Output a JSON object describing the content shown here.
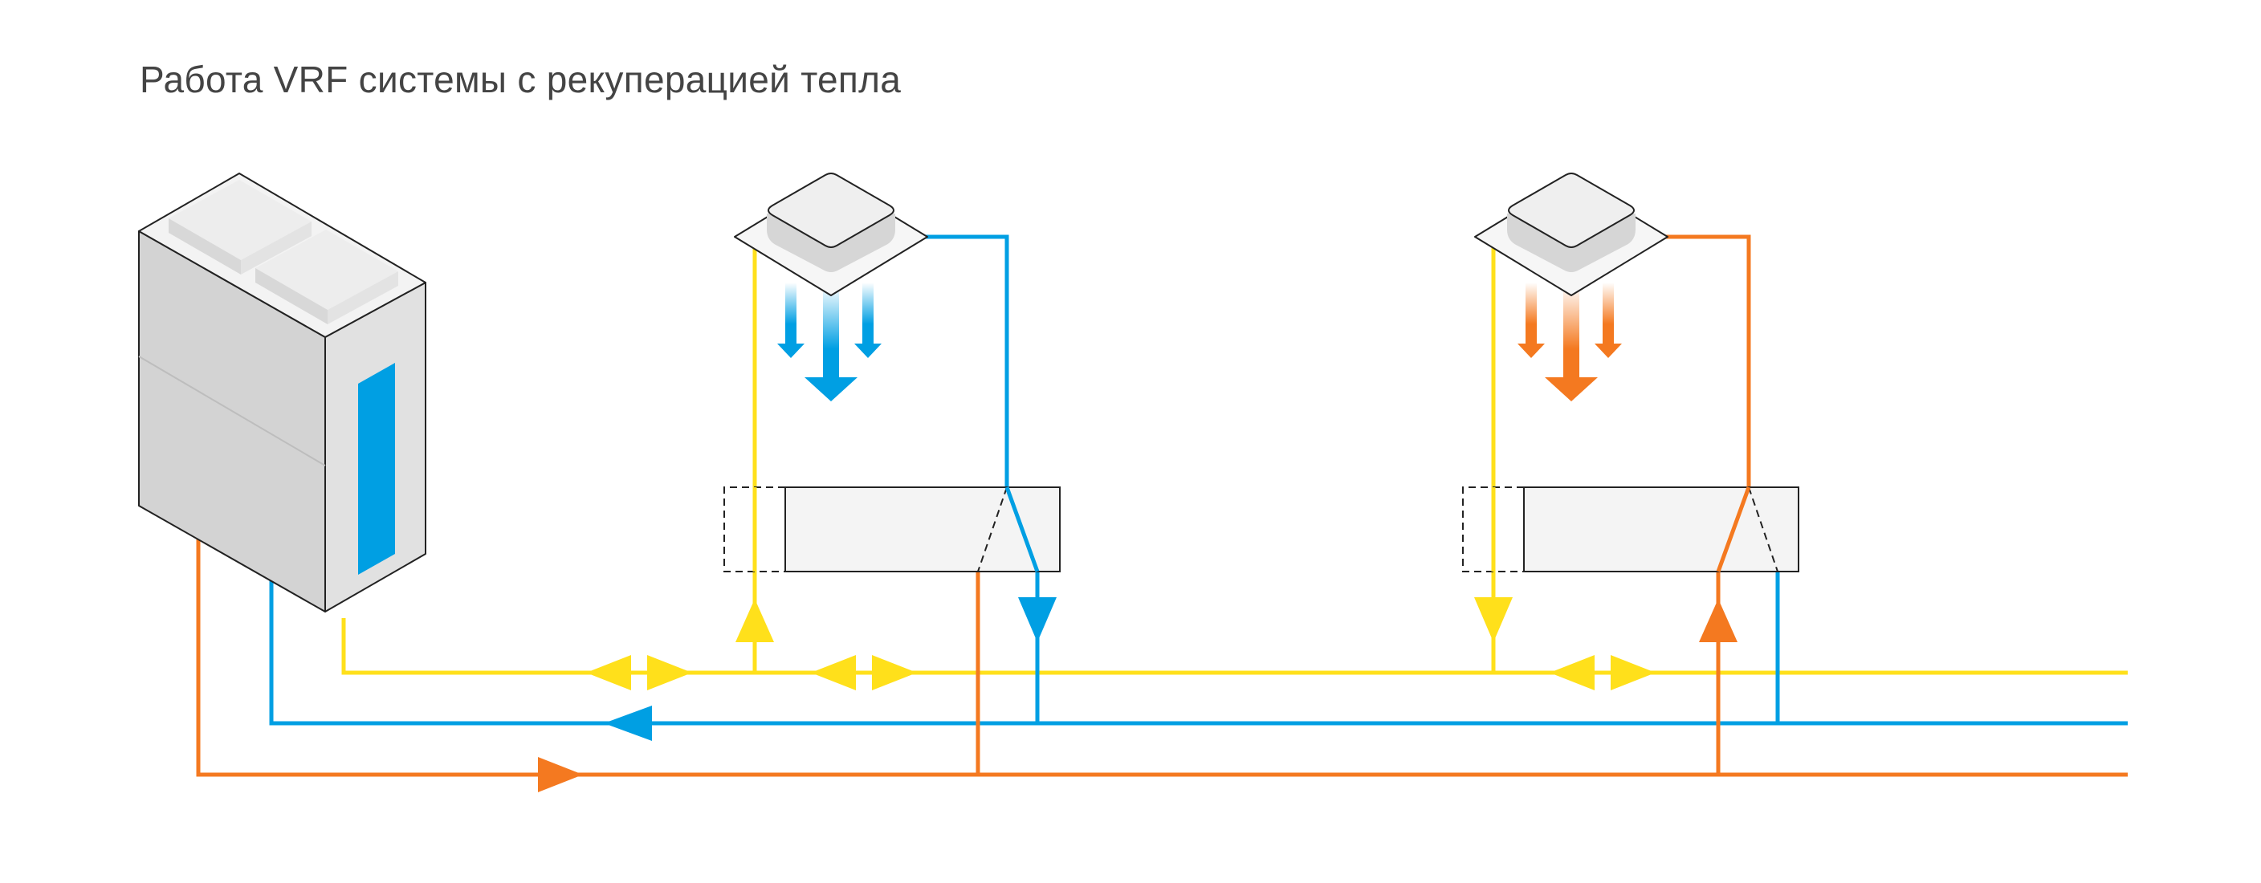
{
  "title": "Работа VRF системы с рекуперацией тепла",
  "colors": {
    "liquid_line": "#FFE01B",
    "suction_gas_line": "#009FE3",
    "discharge_gas_line": "#F47920",
    "unit_fill": "#D6D6D6",
    "unit_top": "#EBEBEB",
    "unit_outline": "#222222",
    "box_fill": "#F4F4F4",
    "outdoor_panel": "#009FE3",
    "background": "#FFFFFF",
    "title_text": "#444444"
  },
  "icons": {
    "cooling_airflow": "arrows-down-blue",
    "heating_airflow": "arrows-down-orange",
    "flow_direction": "triangle-arrow",
    "bidirectional_flow": "double-triangle-arrow"
  },
  "components": {
    "outdoor_unit": "outdoor-unit",
    "indoor_units": [
      "indoor-unit-cooling",
      "indoor-unit-heating"
    ],
    "branch_boxes": [
      "branch-box-cooling",
      "branch-box-heating"
    ]
  }
}
